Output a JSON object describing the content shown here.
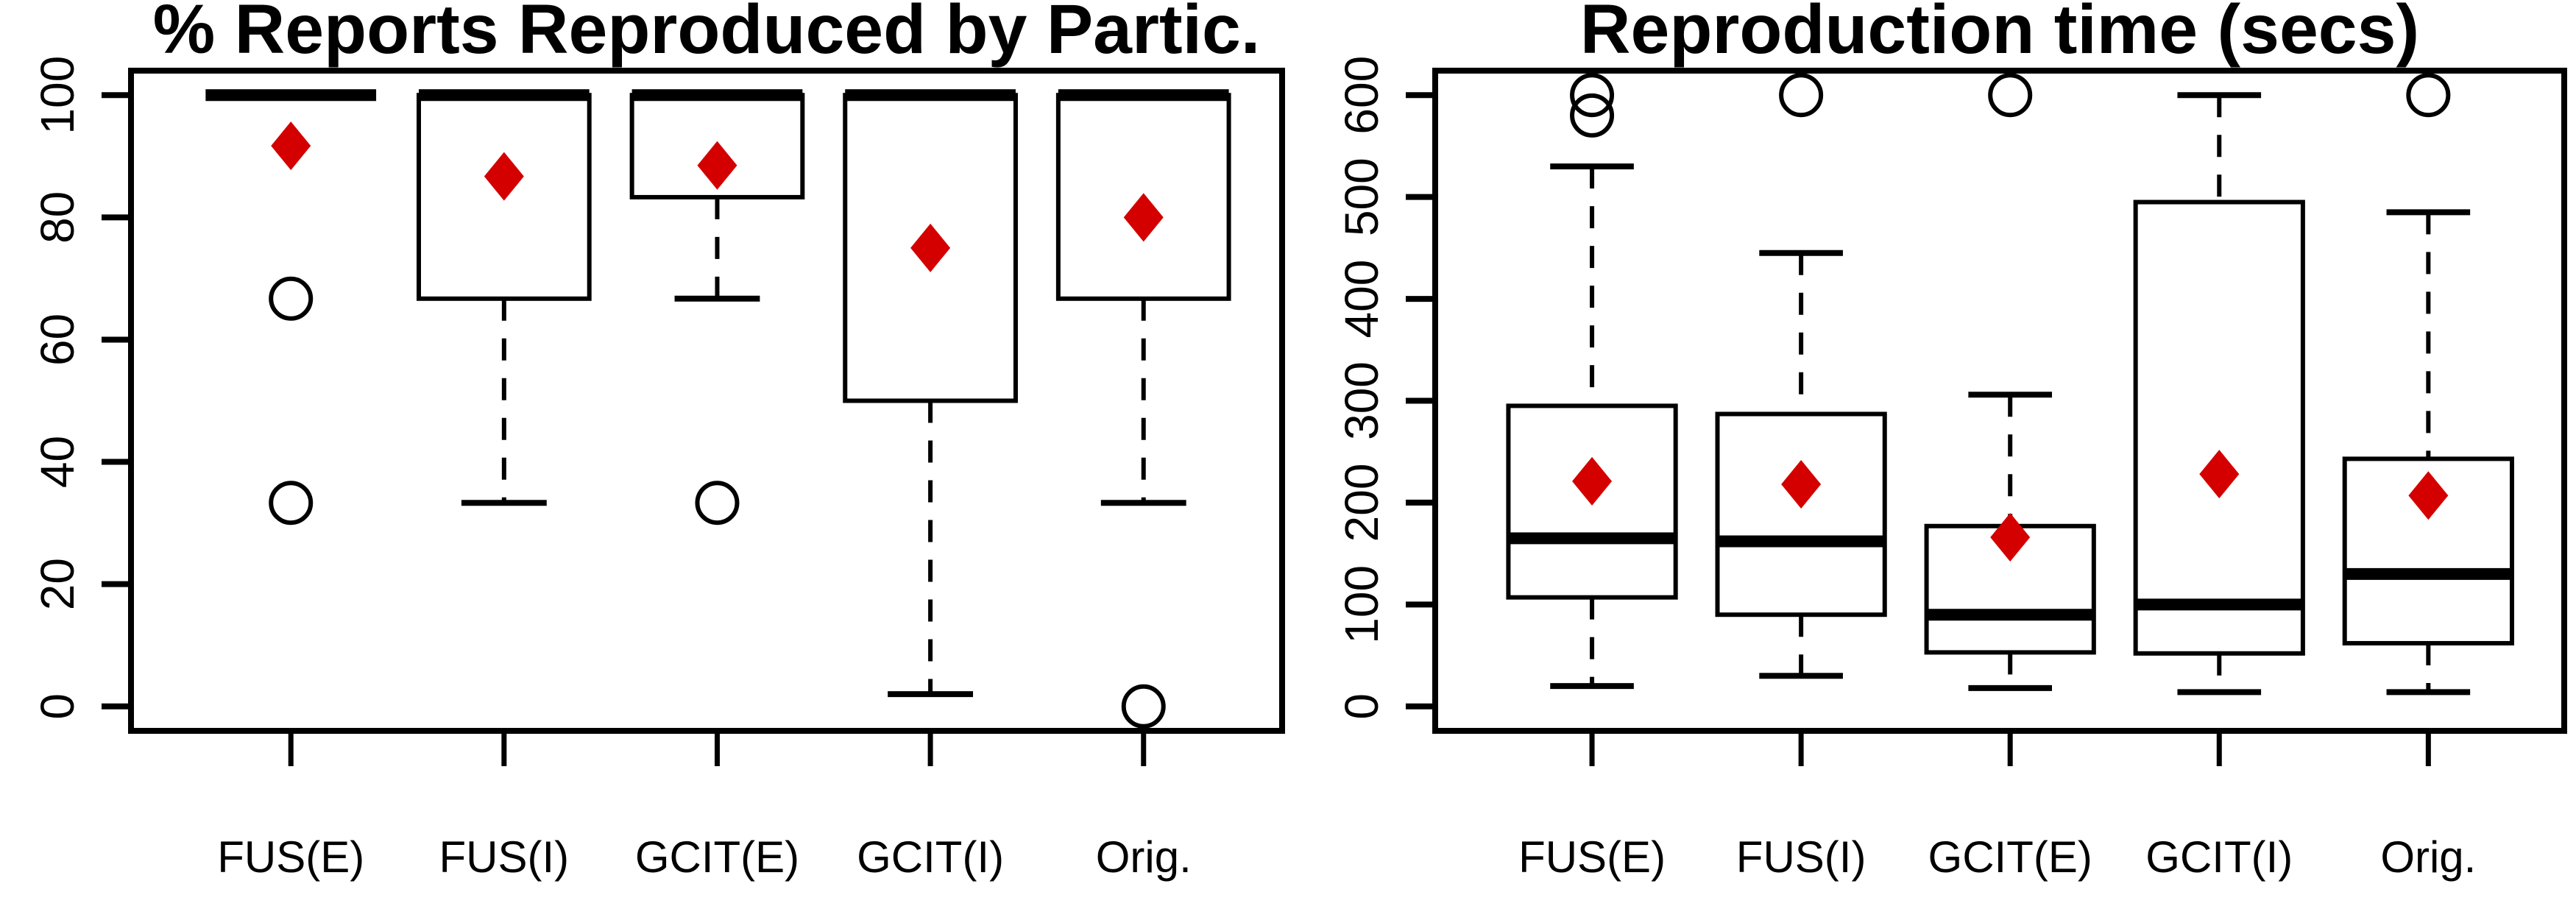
{
  "figure": {
    "background": "#FFFFFF",
    "box_color": "#000000",
    "mean_color": "#D40000",
    "mean_marker": "filled-diamond",
    "outlier_marker": "open-circle"
  },
  "chart_data": [
    {
      "type": "boxplot",
      "title": "% Reports Reproduced by Partic.",
      "xlabel": "",
      "ylabel": "",
      "ylim": [
        0,
        100
      ],
      "yticks": [
        0,
        20,
        40,
        60,
        80,
        100
      ],
      "grid": false,
      "legend": "none",
      "categories": [
        "FUS(E)",
        "FUS(I)",
        "GCIT(E)",
        "GCIT(I)",
        "Orig."
      ],
      "boxes": [
        {
          "category": "FUS(E)",
          "whisker_low": 100,
          "q1": 100,
          "median": 100,
          "q3": 100,
          "whisker_high": 100,
          "mean": 91.7,
          "outliers": [
            66.7,
            33.3
          ]
        },
        {
          "category": "FUS(I)",
          "whisker_low": 33.3,
          "q1": 66.7,
          "median": 100,
          "q3": 100,
          "whisker_high": 100,
          "mean": 86.7,
          "outliers": []
        },
        {
          "category": "GCIT(E)",
          "whisker_low": 66.7,
          "q1": 83.3,
          "median": 100,
          "q3": 100,
          "whisker_high": 100,
          "mean": 88.5,
          "outliers": [
            33.3
          ]
        },
        {
          "category": "GCIT(I)",
          "whisker_low": 2,
          "q1": 50,
          "median": 100,
          "q3": 100,
          "whisker_high": 100,
          "mean": 75,
          "outliers": []
        },
        {
          "category": "Orig.",
          "whisker_low": 33.3,
          "q1": 66.7,
          "median": 100,
          "q3": 100,
          "whisker_high": 100,
          "mean": 80,
          "outliers": [
            0
          ]
        }
      ]
    },
    {
      "type": "boxplot",
      "title": "Reproduction time (secs)",
      "xlabel": "",
      "ylabel": "",
      "ylim": [
        0,
        600
      ],
      "yticks": [
        0,
        100,
        200,
        300,
        400,
        500,
        600
      ],
      "grid": false,
      "legend": "none",
      "categories": [
        "FUS(E)",
        "FUS(I)",
        "GCIT(E)",
        "GCIT(I)",
        "Orig."
      ],
      "boxes": [
        {
          "category": "FUS(E)",
          "whisker_low": 20,
          "q1": 107,
          "median": 165,
          "q3": 295,
          "whisker_high": 530,
          "mean": 221,
          "outliers": [
            580,
            600
          ]
        },
        {
          "category": "FUS(I)",
          "whisker_low": 30,
          "q1": 90,
          "median": 162,
          "q3": 287,
          "whisker_high": 445,
          "mean": 218,
          "outliers": [
            600
          ]
        },
        {
          "category": "GCIT(E)",
          "whisker_low": 18,
          "q1": 53,
          "median": 90,
          "q3": 177,
          "whisker_high": 306,
          "mean": 166,
          "outliers": [
            600
          ]
        },
        {
          "category": "GCIT(I)",
          "whisker_low": 14,
          "q1": 52,
          "median": 100,
          "q3": 495,
          "whisker_high": 600,
          "mean": 228,
          "outliers": []
        },
        {
          "category": "Orig.",
          "whisker_low": 14,
          "q1": 62,
          "median": 130,
          "q3": 243,
          "whisker_high": 485,
          "mean": 207,
          "outliers": [
            600
          ]
        }
      ]
    }
  ]
}
